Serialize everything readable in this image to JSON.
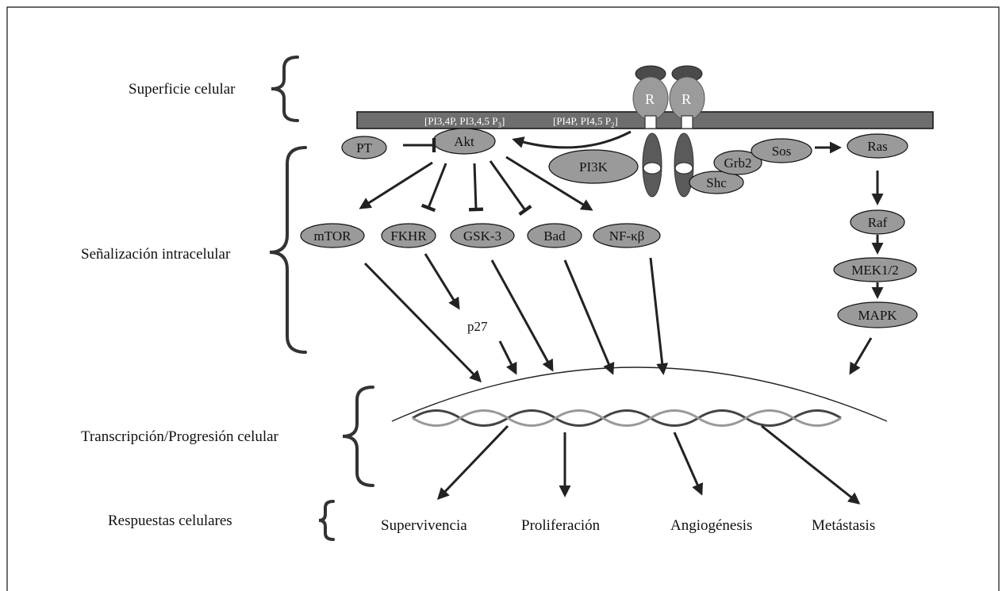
{
  "sections": {
    "surface": "Superficie celular",
    "signaling": "Señalización intracelular",
    "transcription": "Transcripción/Progresión celular",
    "responses": "Respuestas celulares"
  },
  "membrane": {
    "pip3_label": "[PI3,4P, PI3,4,5 P",
    "pip3_sub": "3",
    "pip2_label": "[PI4P, PI4,5 P",
    "pip2_sub": "2",
    "bracket_close": "]"
  },
  "receptor": {
    "left": "R",
    "right": "R"
  },
  "nodes": {
    "pt": "PT",
    "akt": "Akt",
    "pi3k": "PI3K",
    "grb2": "Grb2",
    "sos": "Sos",
    "shc": "Shc",
    "ras": "Ras",
    "raf": "Raf",
    "mek": "MEK1/2",
    "mapk": "MAPK",
    "mtor": "mTOR",
    "fkhr": "FKHR",
    "gsk3": "GSK-3",
    "bad": "Bad",
    "nfkb": "NF-κβ",
    "p27": "p27"
  },
  "outcomes": {
    "survival": "Supervivencia",
    "proliferation": "Proliferación",
    "angiogenesis": "Angiogénesis",
    "metastasis": "Metástasis"
  }
}
